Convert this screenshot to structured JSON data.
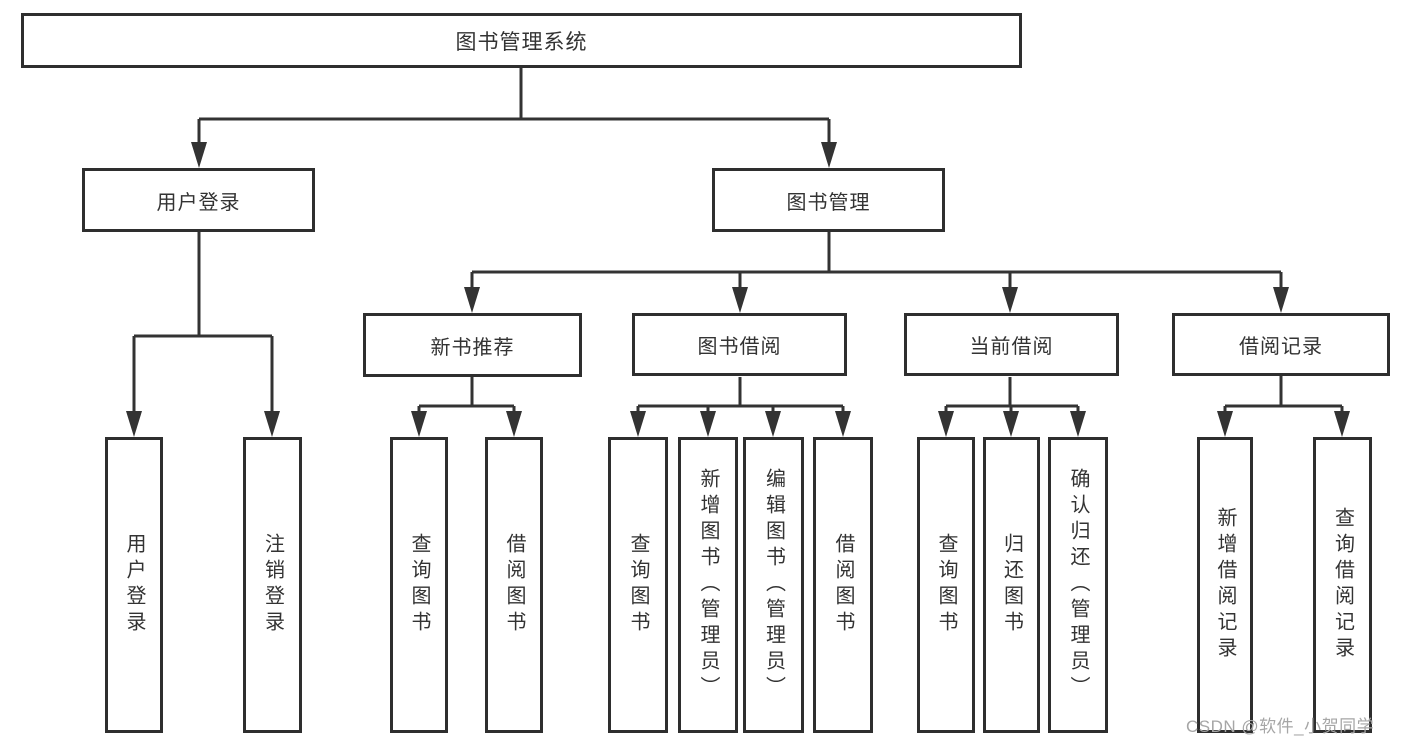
{
  "diagram": {
    "root": {
      "label": "图书管理系统"
    },
    "branches": [
      {
        "label": "用户登录",
        "children": [
          {
            "label": "用户登录"
          },
          {
            "label": "注销登录"
          }
        ]
      },
      {
        "label": "图书管理",
        "children": [
          {
            "label": "新书推荐",
            "children": [
              {
                "label": "查询图书"
              },
              {
                "label": "借阅图书"
              }
            ]
          },
          {
            "label": "图书借阅",
            "children": [
              {
                "label": "查询图书"
              },
              {
                "label": "新增图书（管理员）"
              },
              {
                "label": "编辑图书（管理员）"
              },
              {
                "label": "借阅图书"
              }
            ]
          },
          {
            "label": "当前借阅",
            "children": [
              {
                "label": "查询图书"
              },
              {
                "label": "归还图书"
              },
              {
                "label": "确认归还（管理员）"
              }
            ]
          },
          {
            "label": "借阅记录",
            "children": [
              {
                "label": "新增借阅记录"
              },
              {
                "label": "查询借阅记录"
              }
            ]
          }
        ]
      }
    ],
    "watermark": "CSDN @软件_小贺同学",
    "colors": {
      "line": "#333333",
      "border": "#2e2e2e",
      "text": "#333333",
      "watermark": "#a6a6a6",
      "background": "#ffffff"
    }
  }
}
